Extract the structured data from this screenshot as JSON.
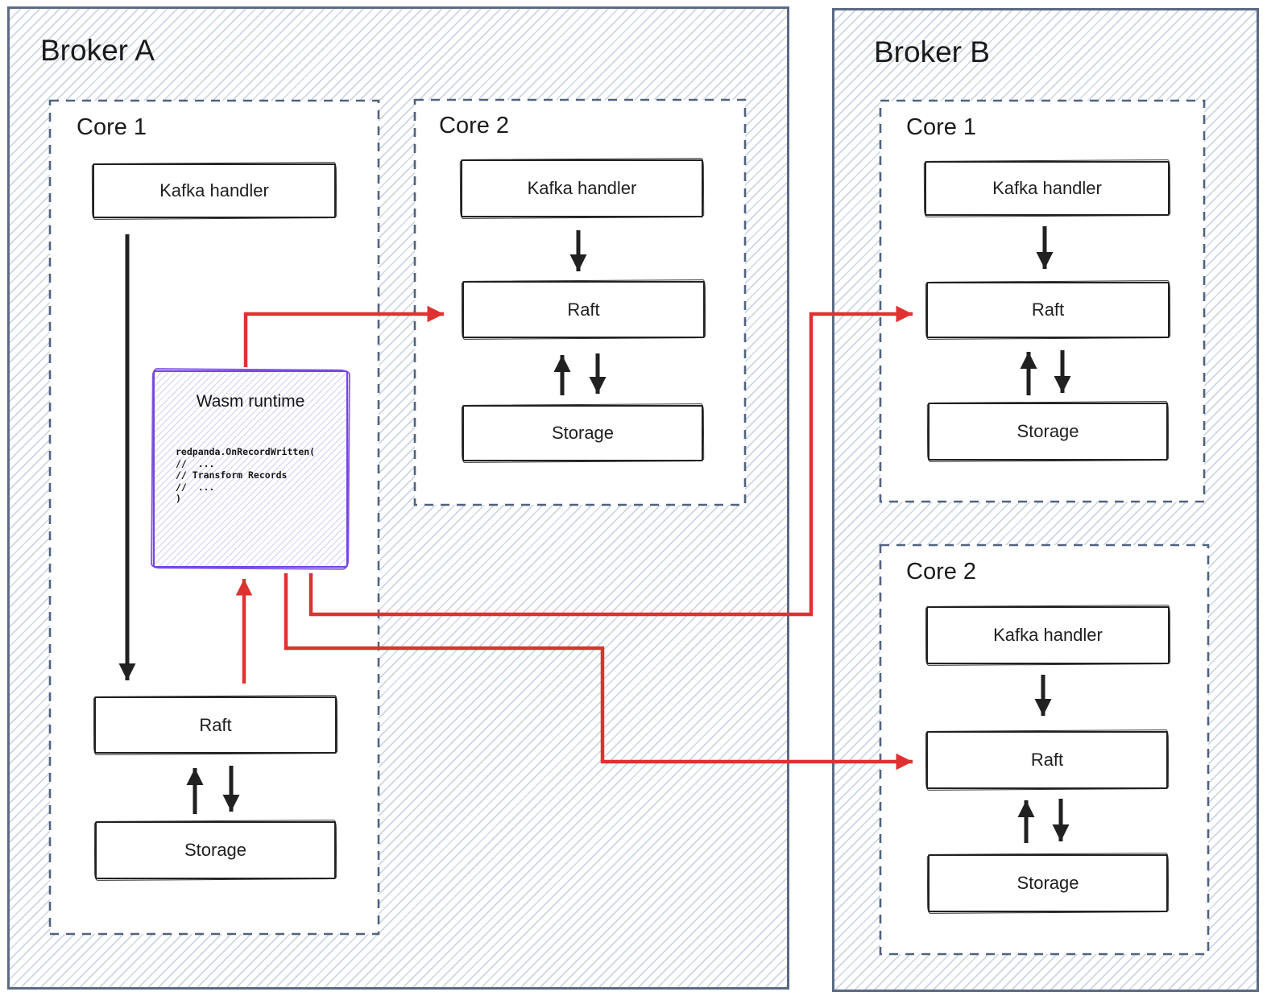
{
  "brokers": [
    {
      "title": "Broker A",
      "cores": [
        {
          "title": "Core 1",
          "kafka": "Kafka handler",
          "raft": "Raft",
          "storage": "Storage"
        },
        {
          "title": "Core 2",
          "kafka": "Kafka handler",
          "raft": "Raft",
          "storage": "Storage"
        }
      ]
    },
    {
      "title": "Broker B",
      "cores": [
        {
          "title": "Core 1",
          "kafka": "Kafka handler",
          "raft": "Raft",
          "storage": "Storage"
        },
        {
          "title": "Core 2",
          "kafka": "Kafka handler",
          "raft": "Raft",
          "storage": "Storage"
        }
      ]
    }
  ],
  "wasm": {
    "title": "Wasm runtime",
    "code": [
      "redpanda.OnRecordWritten(",
      "//  ...",
      "// Transform Records",
      "//  ...",
      ")"
    ]
  },
  "colors": {
    "ink": "#212121",
    "red": "#e03131",
    "purple": "#7445e4",
    "frame": "#5c6b84",
    "dash": "#51627e",
    "hatch": "#cdd6e3",
    "purple-hatch": "#ded9f6"
  }
}
